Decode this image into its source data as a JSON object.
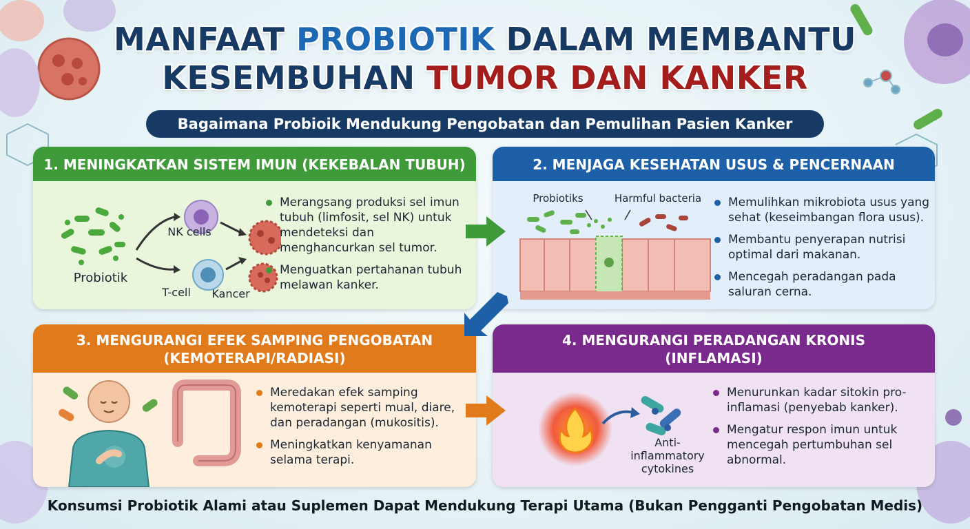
{
  "title": {
    "line1_a": "MANFAAT ",
    "line1_b": "PROBIOTIK",
    "line1_c": " DALAM MEMBANTU",
    "line2_a": "KESEMBUHAN ",
    "line2_b": "TUMOR DAN KANKER"
  },
  "subtitle": "Bagaimana Probioik Mendukung Pengobatan dan Pemulihan Pasien Kanker",
  "panels": [
    {
      "title": "1. MENINGKATKAN SISTEM IMUN (KEKEBALAN TUBUH)",
      "color": "#3f9a3a",
      "labels": {
        "probiotik": "Probiotik",
        "nk": "NK cells",
        "tcell": "T-cell",
        "kancer": "Kancer"
      },
      "bullets": [
        "Merangsang produksi sel imun tubuh (limfosit, sel NK) untuk mendeteksi dan menghancurkan sel tumor.",
        "Menguatkan pertahanan tubuh melawan kanker."
      ]
    },
    {
      "title": "2. MENJAGA KESEHATAN USUS & PENCERNAAN",
      "color": "#1e60a8",
      "labels": {
        "probiotiks": "Probiotiks",
        "harmful": "Harmful bacteria"
      },
      "bullets": [
        "Memulihkan mikrobiota usus yang sehat (keseimbangan flora usus).",
        "Membantu penyerapan nutrisi optimal dari makanan.",
        "Mencegah peradangan pada saluran cerna."
      ]
    },
    {
      "title": "3. MENGURANGI EFEK SAMPING PENGOBATAN (KEMOTERAPI/RADIASI)",
      "color": "#e07a1a",
      "bullets": [
        "Meredakan efek samping kemoterapi seperti mual, diare, dan peradangan (mukositis).",
        "Meningkatkan kenyamanan selama terapi."
      ]
    },
    {
      "title": "4. MENGURANGI PERADANGAN KRONIS (INFLAMASI)",
      "color": "#7a2a8c",
      "labels": {
        "cytokines": "Anti-inflammatory cytokines"
      },
      "bullets": [
        "Menurunkan kadar sitokin pro-inflamasi (penyebab kanker).",
        "Mengatur respon imun untuk mencegah pertumbuhan sel abnormal."
      ]
    }
  ],
  "footer": "Konsumsi Probiotik Alami atau Suplemen Dapat Mendukung Terapi Utama (Bukan Pengganti Pengobatan Medis)"
}
